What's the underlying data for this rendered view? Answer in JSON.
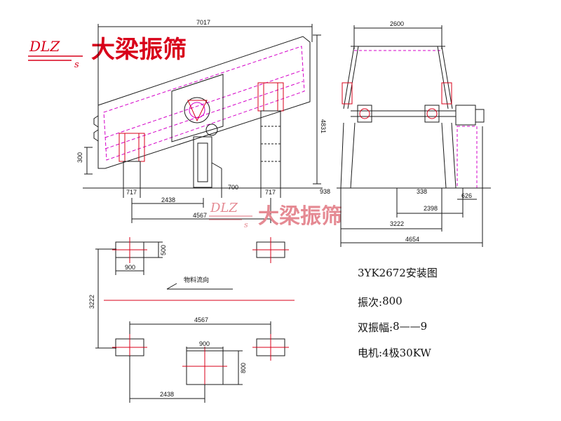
{
  "logo": {
    "latin_top": "DLZ",
    "latin_sub": "s",
    "chinese": "大梁振筛"
  },
  "watermark": {
    "latin_top": "DLZ",
    "latin_sub": "s",
    "chinese": "大梁振筛"
  },
  "side_view": {
    "length": "7017",
    "height": "4831",
    "deck_offset": "300",
    "foot_left": "717",
    "foot_right": "717",
    "motor_base": "700",
    "spacing_a": "2438",
    "spacing_b": "4567"
  },
  "end_view": {
    "width": "2600",
    "edge_left": "938",
    "edge_right": "338",
    "motor_width": "626",
    "span_a": "2398",
    "span_b": "3222",
    "overall": "4654"
  },
  "plan_view": {
    "pad_width_top": "900",
    "pad_depth_top": "500",
    "flow_label": "物料流向",
    "depth": "3222",
    "span": "4567",
    "motor_pad_width": "900",
    "motor_pad_depth": "800",
    "spacing": "2438"
  },
  "specs": {
    "title": "3YK2672安装图",
    "frequency_label": "振次:",
    "frequency_value": "800",
    "amplitude_label": "双振幅:",
    "amplitude_value": "8——9",
    "motor_label": "电机:",
    "motor_value": "4极30KW"
  },
  "colors": {
    "brand": "#d8001a",
    "accent": "#d400c8",
    "line": "#1a1a1a"
  }
}
